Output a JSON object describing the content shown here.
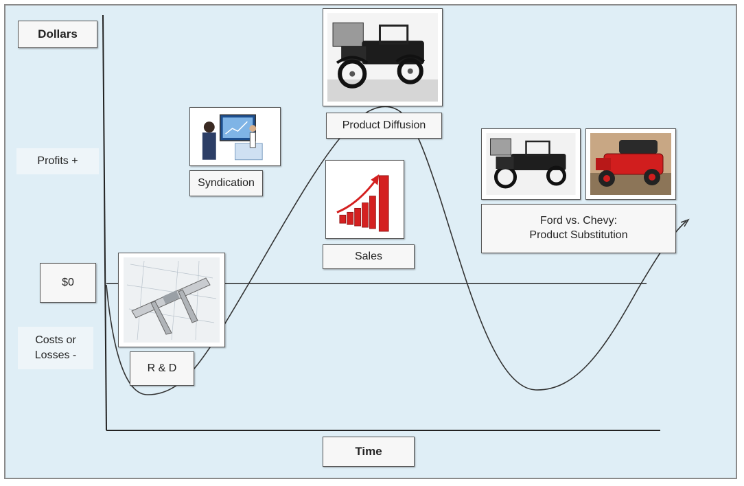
{
  "axes": {
    "y_label": "Dollars",
    "x_label": "Time",
    "zero_label": "$0",
    "profits_label": "Profits +",
    "losses_label": "Costs or\nLosses -"
  },
  "stages": {
    "rd": "R & D",
    "syndication": "Syndication",
    "diffusion": "Product Diffusion",
    "sales": "Sales",
    "substitution_line1": "Ford vs. Chevy:",
    "substitution_line2": "Product Substitution"
  },
  "images": {
    "rd": "caliper-blueprint-image",
    "syndication": "presentation-screen-image",
    "diffusion": "black-model-t-car-image",
    "sales": "rising-bar-chart-image",
    "ford": "black-ford-car-image",
    "chevy": "red-chevy-car-image"
  },
  "colors": {
    "background": "#dfeef6",
    "curve": "#333333",
    "bars": "#d42020"
  }
}
